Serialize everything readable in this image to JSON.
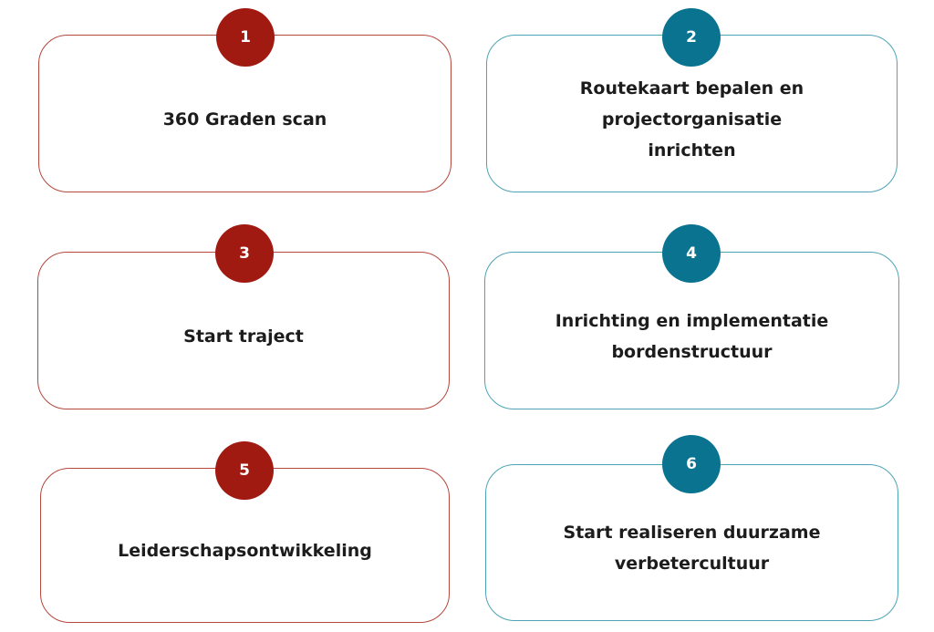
{
  "steps": [
    {
      "number": "1",
      "label": "360 Graden scan"
    },
    {
      "number": "2",
      "label": "Routekaart bepalen en projectorganisatie inrichten"
    },
    {
      "number": "3",
      "label": "Start traject"
    },
    {
      "number": "4",
      "label": "Inrichting en implementatie bordenstructuur"
    },
    {
      "number": "5",
      "label": "Leiderschapsontwikkeling"
    },
    {
      "number": "6",
      "label": "Start realiseren duurzame verbetercultuur"
    }
  ],
  "colors": {
    "red_border": "#b5473d",
    "red_badge": "#a01a11",
    "teal_border": "#4da4b4",
    "teal_badge": "#0a7390"
  }
}
